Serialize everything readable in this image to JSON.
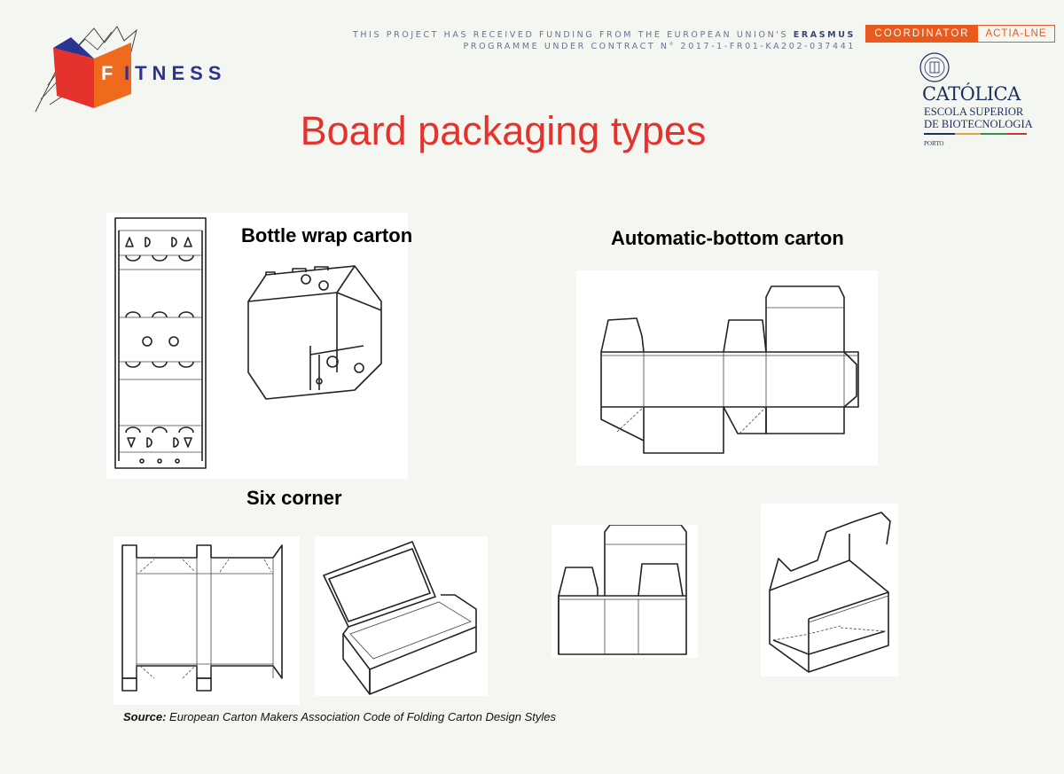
{
  "header": {
    "logo_text": "ITNESS",
    "logo_letter": "F",
    "funding_line1_prefix": "THIS PROJECT HAS RECEIVED FUNDING FROM THE EUROPEAN UNION'S ",
    "funding_line1_bold": "ERASMUS",
    "funding_line2": "PROGRAMME UNDER CONTRACT N° 2017-1-FR01-KA202-037441",
    "coordinator_label": "COORDINATOR",
    "coordinator_name": "ACTIA-LNE",
    "catolica_name": "CATÓLICA",
    "catolica_sub1": "ESCOLA SUPERIOR",
    "catolica_sub2": "DE BIOTECNOLOGIA",
    "catolica_city": "PORTO"
  },
  "slide": {
    "title": "Board packaging types",
    "labels": {
      "bottle_wrap": "Bottle wrap carton",
      "automatic_bottom": "Automatic-bottom carton",
      "six_corner": "Six corner"
    },
    "source_label": "Source:",
    "source_text": " European Carton Makers Association Code of Folding Carton Design Styles"
  },
  "colors": {
    "title": "#e5322d",
    "accent": "#e85a1e",
    "navy": "#1c2f5e",
    "fitness_blue": "#2b3590"
  }
}
